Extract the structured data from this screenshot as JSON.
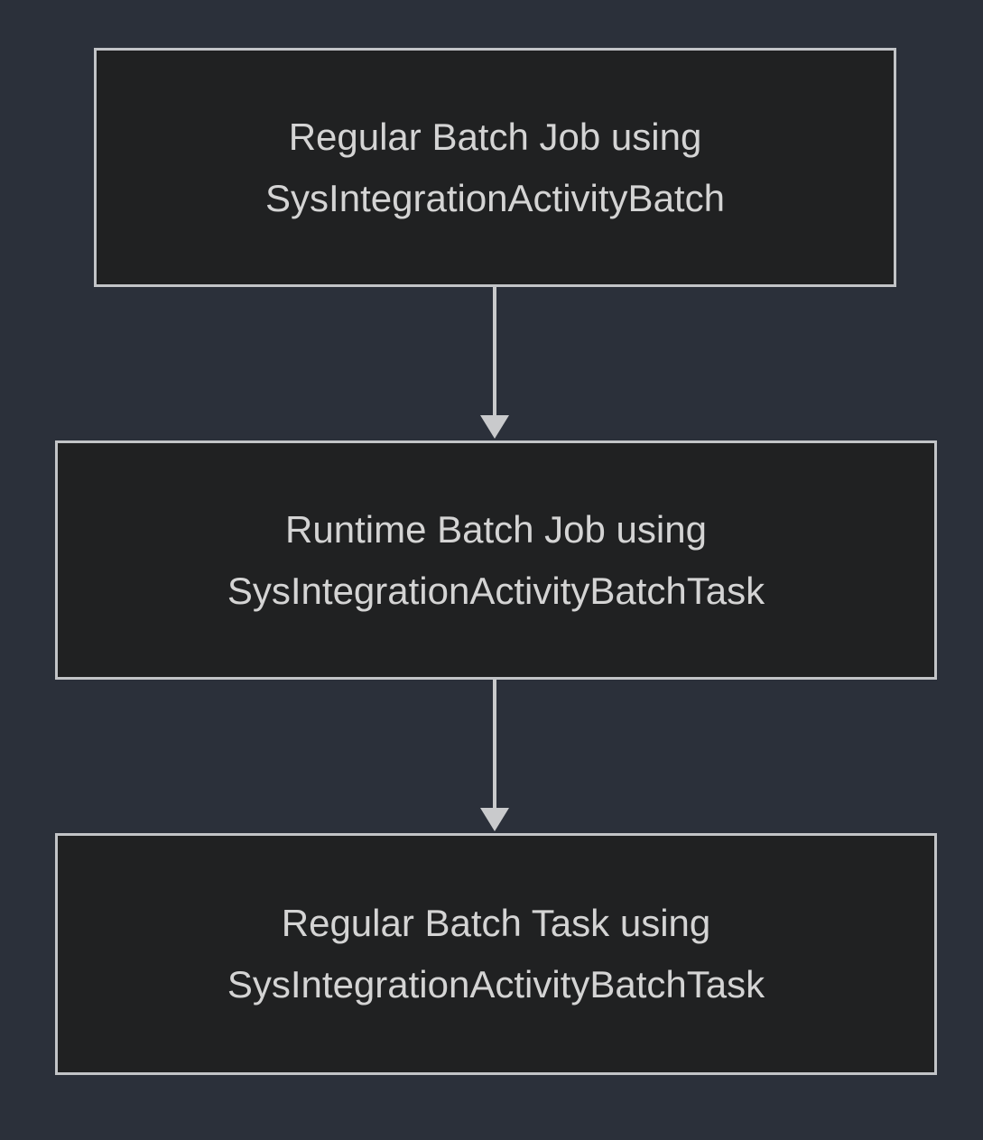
{
  "page": {
    "background_color": "#2b303a"
  },
  "diagram": {
    "type": "flowchart",
    "direction": "top-down",
    "node_fill_color": "#202122",
    "node_border_color": "#c2c4c7",
    "text_color": "#d4d4d4",
    "arrow_color": "#c9cacc",
    "nodes": [
      {
        "id": "regular-batch-job",
        "lines": [
          "Regular Batch Job using",
          "SysIntegrationActivityBatch"
        ]
      },
      {
        "id": "runtime-batch-job",
        "lines": [
          "Runtime Batch Job using",
          "SysIntegrationActivityBatchTask"
        ]
      },
      {
        "id": "regular-batch-task",
        "lines": [
          "Regular Batch Task using",
          "SysIntegrationActivityBatchTask"
        ]
      }
    ],
    "edges": [
      {
        "from": "regular-batch-job",
        "to": "runtime-batch-job"
      },
      {
        "from": "runtime-batch-job",
        "to": "regular-batch-task"
      }
    ]
  }
}
